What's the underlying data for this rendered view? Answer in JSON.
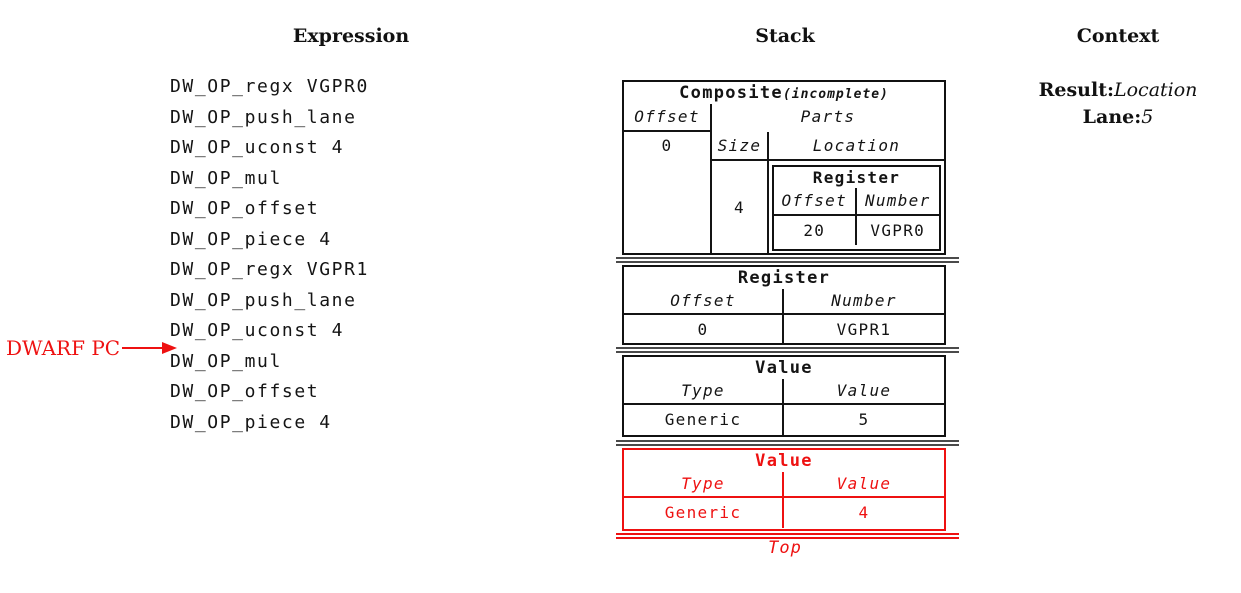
{
  "columns": {
    "expression_title": "Expression",
    "stack_title": "Stack",
    "context_title": "Context"
  },
  "expression": {
    "ops": [
      "DW_OP_regx VGPR0",
      "DW_OP_push_lane",
      "DW_OP_uconst 4",
      "DW_OP_mul",
      "DW_OP_offset",
      "DW_OP_piece 4",
      "DW_OP_regx VGPR1",
      "DW_OP_push_lane",
      "DW_OP_uconst 4",
      "DW_OP_mul",
      "DW_OP_offset",
      "DW_OP_piece 4"
    ],
    "pc_label": "DWARF PC",
    "pc_points_to_index": 9
  },
  "stack": {
    "composite": {
      "title": "Composite",
      "title_suffix": "(incomplete)",
      "offset_header": "Offset",
      "offset_value": "0",
      "parts_header": "Parts",
      "size_header": "Size",
      "size_value": "4",
      "location_header": "Location",
      "register": {
        "title": "Register",
        "col1_header": "Offset",
        "col2_header": "Number",
        "col1_value": "20",
        "col2_value": "VGPR0"
      }
    },
    "register": {
      "title": "Register",
      "col1_header": "Offset",
      "col2_header": "Number",
      "col1_value": "0",
      "col2_value": "VGPR1"
    },
    "value1": {
      "title": "Value",
      "col1_header": "Type",
      "col2_header": "Value",
      "col1_value": "Generic",
      "col2_value": "5"
    },
    "value2": {
      "title": "Value",
      "col1_header": "Type",
      "col2_header": "Value",
      "col1_value": "Generic",
      "col2_value": "4"
    },
    "top_label": "Top"
  },
  "context": {
    "result_label": "Result:",
    "result_value": "Location",
    "lane_label": "Lane:",
    "lane_value": "5"
  },
  "colors": {
    "accent_red": "#ee1111",
    "separator_gray": "#4a4a4a",
    "text": "#141414"
  }
}
